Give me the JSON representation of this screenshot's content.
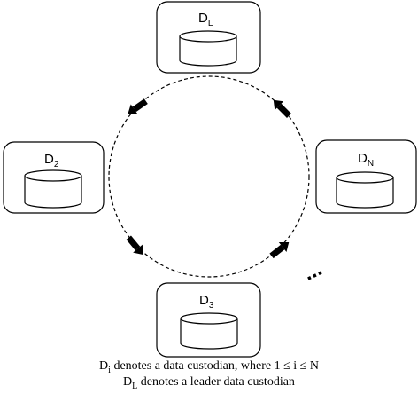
{
  "nodes": {
    "leader": {
      "letter": "D",
      "sub": "L"
    },
    "d2": {
      "letter": "D",
      "sub": "2"
    },
    "dn": {
      "letter": "D",
      "sub": "N"
    },
    "d3": {
      "letter": "D",
      "sub": "3"
    }
  },
  "ellipsis": "...",
  "caption": {
    "line1": {
      "pre": "D",
      "sub": "i",
      "post": " denotes a data custodian, where 1 ≤ i ≤ N"
    },
    "line2": {
      "pre": "D",
      "sub": "L",
      "post": " denotes a leader data custodian"
    }
  }
}
